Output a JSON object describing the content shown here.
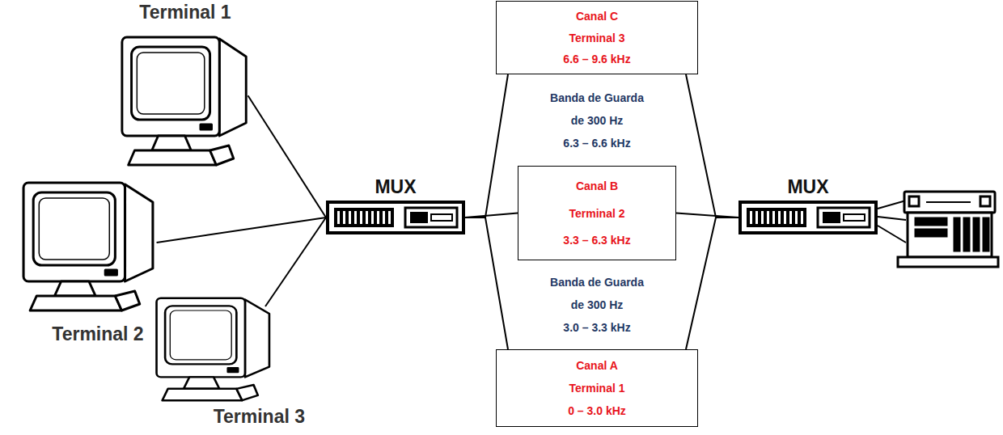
{
  "diagram": {
    "nodes": [
      {
        "text": [
          "Terminal 1"
        ]
      },
      {
        "text": [
          "Terminal 2"
        ]
      },
      {
        "text": [
          "Terminal 3"
        ]
      },
      {
        "text": [
          "MUX"
        ]
      },
      {
        "text": [
          "Canal C",
          "Terminal 3",
          "6.6 – 9.6 kHz"
        ]
      },
      {
        "text": [
          "Banda de Guarda de 300 Hz",
          "6.3 – 6.6 kHz"
        ]
      },
      {
        "text": [
          "Canal B",
          "Terminal 2",
          "3.3 – 6.3 kHz"
        ]
      },
      {
        "text": [
          "Banda de Guarda de 300 Hz",
          "3.0 – 3.3 kHz"
        ]
      },
      {
        "text": [
          "Canal A",
          "Terminal 1",
          "0 – 3.0 kHz"
        ]
      },
      {
        "text": [
          "MUX"
        ]
      }
    ],
    "edges": [
      {
        "from": 0,
        "to": 3,
        "arrow": "none"
      },
      {
        "from": 1,
        "to": 3,
        "arrow": "none"
      },
      {
        "from": 2,
        "to": 3,
        "arrow": "none"
      },
      {
        "from": 3,
        "to": 4,
        "arrow": "none"
      },
      {
        "from": 3,
        "to": 6,
        "arrow": "none"
      },
      {
        "from": 3,
        "to": 8,
        "arrow": "none"
      },
      {
        "from": 4,
        "to": 9,
        "arrow": "none"
      },
      {
        "from": 6,
        "to": 9,
        "arrow": "none"
      },
      {
        "from": 8,
        "to": 9,
        "arrow": "none"
      }
    ]
  }
}
